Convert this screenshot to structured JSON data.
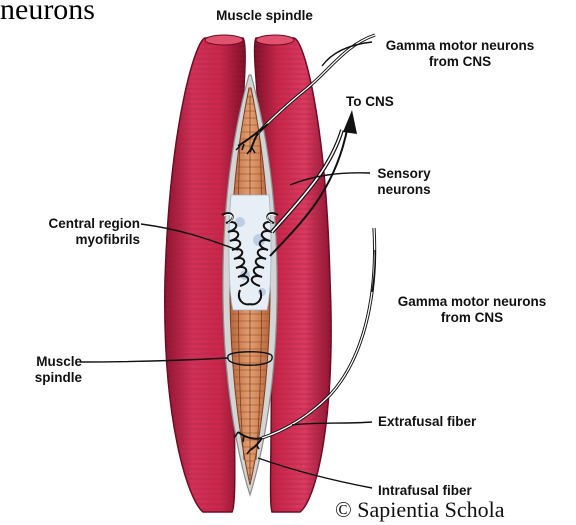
{
  "page": {
    "cropped_heading": "neurons",
    "title": "Muscle spindle",
    "watermark": "© Sapientia Schola"
  },
  "labels": {
    "gamma_top_line1": "Gamma motor neurons",
    "gamma_top_line2": "from CNS",
    "to_cns": "To CNS",
    "sensory_line1": "Sensory",
    "sensory_line2": "neurons",
    "central_line1": "Central region",
    "central_line2": "myofibrils",
    "gamma_bottom_line1": "Gamma motor neurons",
    "gamma_bottom_line2": "from CNS",
    "spindle_line1": "Muscle",
    "spindle_line2": "spindle",
    "extrafusal": "Extrafusal fiber",
    "intrafusal": "Intrafusal fiber"
  },
  "colors": {
    "extrafusal_red": "#c8264a",
    "extrafusal_dark": "#8e1330",
    "intrafusal_orange": "#d98a5c",
    "capsule_gray": "#c9c9c9",
    "sensory_white": "#ffffff"
  }
}
